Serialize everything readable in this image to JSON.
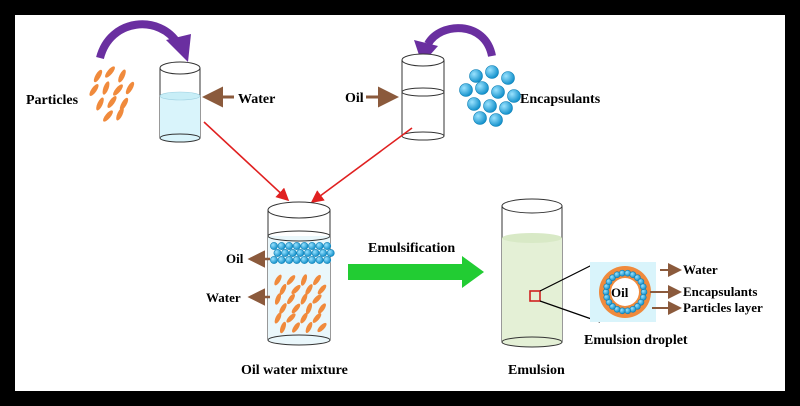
{
  "labels": {
    "particles": "Particles",
    "water_top": "Water",
    "oil_top": "Oil",
    "encapsulants_top": "Encapsulants",
    "emulsification": "Emulsification",
    "oil_mix": "Oil",
    "water_mix": "Water",
    "oil_water_mixture": "Oil water mixture",
    "emulsion": "Emulsion",
    "emulsion_droplet": "Emulsion droplet",
    "droplet_oil": "Oil",
    "droplet_water": "Water",
    "droplet_encapsulants": "Encapsulants",
    "droplet_particles_layer": "Particles layer"
  },
  "colors": {
    "particle_orange": "#f08a3c",
    "encapsulant_blue": "#29a9e0",
    "water_blue": "#d9f4fb",
    "emulsion_green": "#e4f0d6",
    "curved_arrow_purple": "#6a2fa0",
    "pointer_brown": "#8b5a3c",
    "diagonal_arrow_red": "#e02020",
    "big_arrow_green": "#22cc33"
  }
}
